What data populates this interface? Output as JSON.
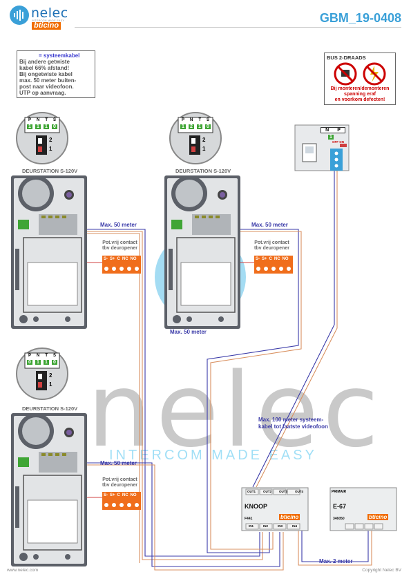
{
  "header": {
    "logo_text": "nelec",
    "logo_tagline": "INTERCOM MADE EASY",
    "logo_brand": "bticino",
    "doc_id": "GBM_19-0408"
  },
  "note": {
    "system_cable": "= systeemkabel",
    "lines": [
      "Bij andere getwiste",
      "kabel 66% afstand!",
      "Bij ongetwiste kabel",
      "max. 50 meter buiten-",
      "post naar videofoon.",
      "UTP op aanvraag."
    ]
  },
  "bus_box": {
    "title": "BUS 2-DRAADS",
    "warning_lines": [
      "Bij monteren/demonteren",
      "spanning eraf",
      "en voorkom defecten!"
    ]
  },
  "door_stations": [
    {
      "title": "DEURSTATION S-120V",
      "dip_headers": [
        "P",
        "N",
        "T",
        "S"
      ],
      "dip_values": [
        "1",
        "1",
        "1",
        "0"
      ],
      "pot_line1": "Pot.vrij contact",
      "pot_line2": "tbv deuropener",
      "cable_label": "Max. 50 meter"
    },
    {
      "title": "DEURSTATION S-120V",
      "dip_headers": [
        "P",
        "N",
        "T",
        "S"
      ],
      "dip_values": [
        "1",
        "2",
        "1",
        "0"
      ],
      "pot_line1": "Pot.vrij contact",
      "pot_line2": "tbv deuropener",
      "cable_label": "Max. 50 meter",
      "extra_label": "Max. 50 meter"
    },
    {
      "title": "DEURSTATION S-120V",
      "dip_headers": [
        "P",
        "N",
        "T",
        "S"
      ],
      "dip_values": [
        "0",
        "1",
        "1",
        "0"
      ],
      "pot_line1": "Pot.vrij contact",
      "pot_line2": "tbv deuropener",
      "cable_label": "Max. 50 meter"
    }
  ],
  "switch_labels": [
    "2",
    "1"
  ],
  "terminal_labels": [
    "S-",
    "S+",
    "C",
    "NC",
    "NO"
  ],
  "indoor": {
    "dip_headers": [
      "N",
      "P"
    ],
    "dip_values": [
      "1"
    ],
    "off_on": "OFF ON"
  },
  "system_cable_label": [
    "Max. 100 meter systeem-",
    "kabel tot laatste videofoon"
  ],
  "knoop": {
    "title": "KNOOP",
    "code": "F441",
    "brand": "bticino",
    "outputs": [
      "OUT1",
      "OUT2",
      "OUT3",
      "OUT4"
    ],
    "inputs": [
      "IN1",
      "IN2",
      "IN3",
      "IN4"
    ]
  },
  "e67": {
    "title": "E-67",
    "primary": "PRIMAIR",
    "code": "346050",
    "brand": "bticino"
  },
  "max2m": "Max. 2 meter",
  "watermark": {
    "word": "nelec",
    "tag": "INTERCOM MADE EASY"
  },
  "footer": {
    "left": "www.nelec.com",
    "right": "Copyright Nelec BV"
  },
  "colors": {
    "accent": "#3aa0d8",
    "brand_orange": "#f06c00",
    "cable_blue": "#3a3aa8",
    "cable_red": "#d04040",
    "cable_orange": "#d99060",
    "terminal_orange": "#f06e1c",
    "dip_green": "#3fa535"
  }
}
